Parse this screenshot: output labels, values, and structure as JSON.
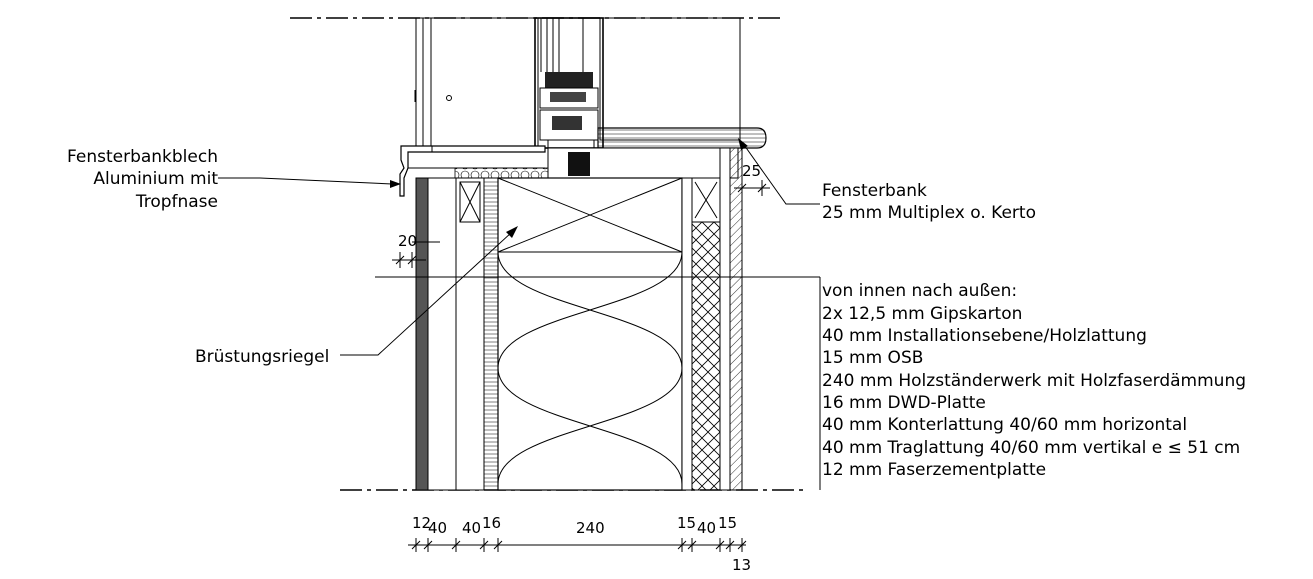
{
  "labels": {
    "fensterbankblech": [
      "Fensterbankblech",
      "Aluminium mit",
      "Tropfnase"
    ],
    "bruestungsriegel": "Brüstungsriegel",
    "fensterbank": [
      "Fensterbank",
      "25 mm Multiplex o. Kerto"
    ]
  },
  "layers": {
    "heading": "von innen nach außen:",
    "items": [
      "2x 12,5 mm Gipskarton",
      "40 mm Installationsebene/Holzlattung",
      "15 mm OSB",
      "240 mm Holzständerwerk mit Holzfaserdämmung",
      "16 mm DWD-Platte",
      "40 mm Konterlattung 40/60 mm horizontal",
      "40 mm Traglattung 40/60 mm vertikal e ≤ 51 cm",
      "12 mm Faserzementplatte"
    ]
  },
  "dimensions": {
    "d20": "20",
    "d25": "25",
    "bottom": [
      "12",
      "40",
      "40",
      "16",
      "240",
      "15",
      "40",
      "15",
      "13"
    ]
  }
}
